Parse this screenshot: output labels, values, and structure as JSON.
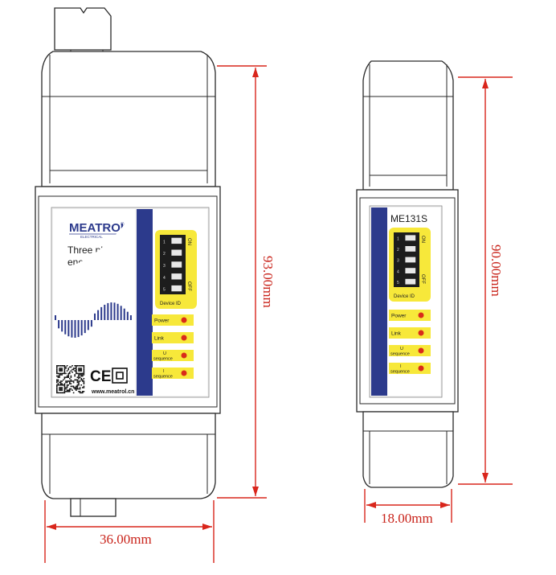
{
  "brand": {
    "logo_text": "MEATROL",
    "logo_sub": "ELECTRICAL",
    "registered": "®",
    "product_title_line1": "Three phase",
    "product_title_line2": "energy meter",
    "website": "www.meatrol.cn",
    "ce_mark": "CE"
  },
  "small_device": {
    "model": "ME131S"
  },
  "dip_switch": {
    "on_label": "ON",
    "off_label": "OFF",
    "numbers": [
      "1",
      "2",
      "3",
      "4",
      "5"
    ],
    "caption": "Device ID"
  },
  "indicators": [
    {
      "label": "Power"
    },
    {
      "label": "Link"
    },
    {
      "label_line1": "U",
      "label_line2": "sequence"
    },
    {
      "label_line1": "I",
      "label_line2": "sequence"
    }
  ],
  "dimensions": {
    "large_height": "93.00mm",
    "large_width": "36.00mm",
    "small_height": "90.00mm",
    "small_width": "18.00mm"
  },
  "colors": {
    "panel_blue": "#2c3a8c",
    "label_yellow": "#f7e83a",
    "led_red": "#d92b1a",
    "dimension_red": "#d9261c"
  }
}
